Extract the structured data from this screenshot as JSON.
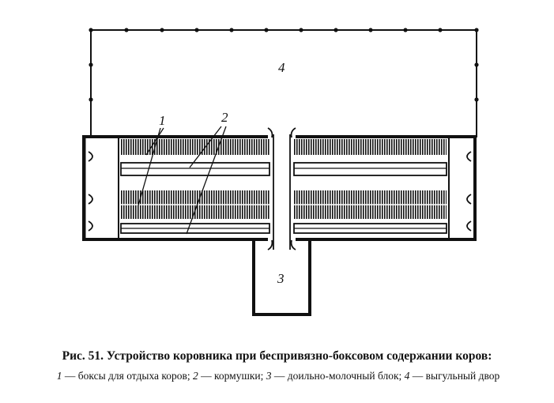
{
  "labels": {
    "boxes": "1",
    "feeders": "2",
    "milking_block": "3",
    "yard": "4"
  },
  "caption": {
    "title": "Рис. 51. Устройство коровника при беспривязно-боксовом содержании коров:",
    "legend": [
      {
        "num": "1",
        "text": " — боксы для отдыха коров; "
      },
      {
        "num": "2",
        "text": " — кормушки; "
      },
      {
        "num": "3",
        "text": " — доильно-молочный блок; "
      },
      {
        "num": "4",
        "text": " — выгульный двор"
      }
    ]
  },
  "colors": {
    "ink": "#111111",
    "paper": "#ffffff"
  }
}
